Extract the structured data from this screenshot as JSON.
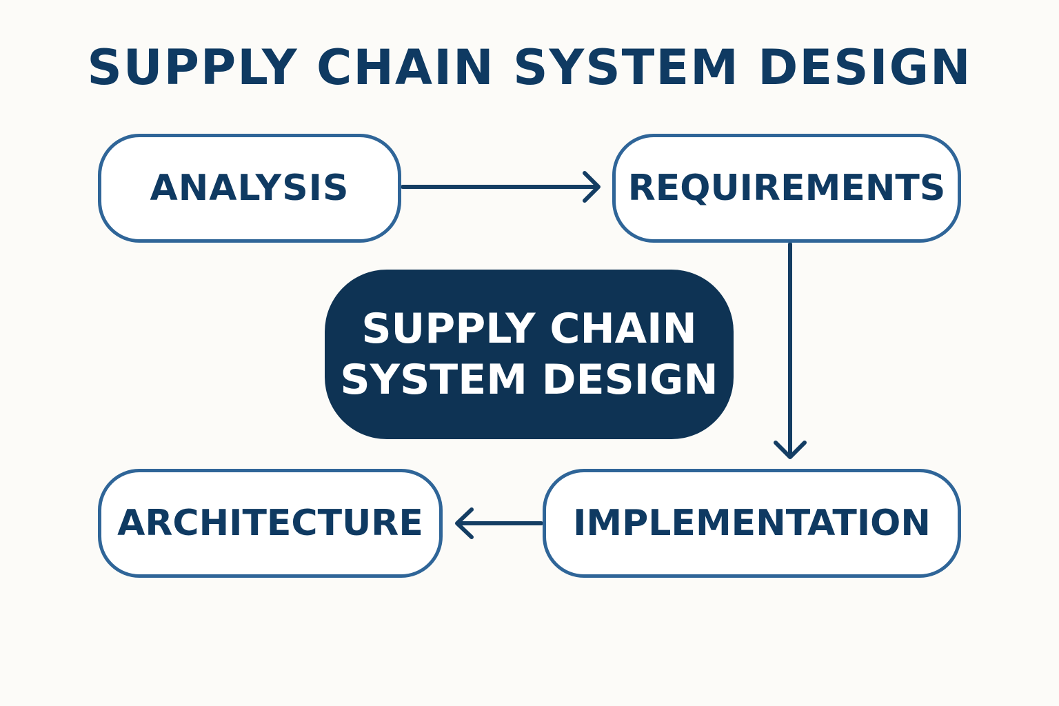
{
  "title": "SUPPLY CHAIN SYSTEM DESIGN",
  "center": {
    "line1": "SUPPLY CHAIN",
    "line2": "SYSTEM DESIGN"
  },
  "nodes": {
    "analysis": "ANALYSIS",
    "requirements": "REQUIREMENTS",
    "implementation": "IMPLEMENTATION",
    "architecture": "ARCHITECTURE"
  },
  "colors": {
    "background": "#fcfbf8",
    "text": "#0f3a62",
    "border": "#2f6598",
    "center_fill": "#0e3354",
    "arrow": "#143d63"
  }
}
